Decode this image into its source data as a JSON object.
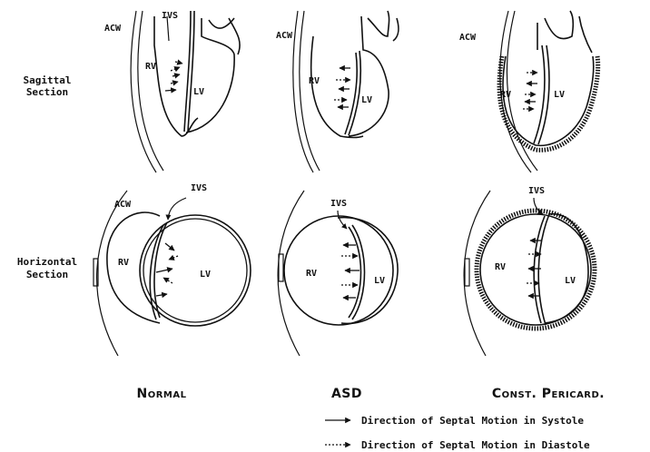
{
  "row_labels": {
    "sagittal": [
      "Sagittal",
      "Section"
    ],
    "horizontal": [
      "Horizontal",
      "Section"
    ]
  },
  "column_labels": [
    "Normal",
    "ASD",
    "Const. Pericard."
  ],
  "structure_labels": {
    "acw": "ACW",
    "ivs": "IVS",
    "rv": "RV",
    "lv": "LV"
  },
  "legend": {
    "systole": "Direction of Septal Motion in Systole",
    "diastole": "Direction of Septal Motion in Diastole"
  }
}
